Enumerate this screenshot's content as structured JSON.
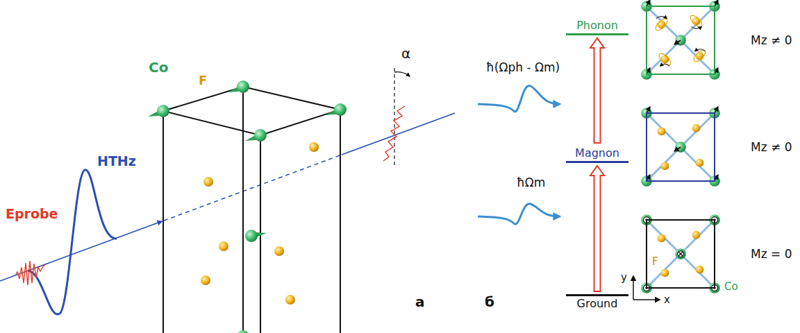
{
  "diagram": {
    "nodes": [
      {
        "text": [
          "Phonon"
        ]
      },
      {
        "text": [
          "Magnon"
        ]
      },
      {
        "text": [
          "Ground"
        ]
      },
      {
        "text": [
          "Mz ≠ 0"
        ]
      },
      {
        "text": [
          "Mz ≠ 0"
        ]
      },
      {
        "text": [
          "F",
          "Co",
          "Mz = 0"
        ]
      }
    ],
    "edges": [
      {
        "from": 2,
        "to": 1,
        "arrow": "to"
      },
      {
        "from": 1,
        "to": 0,
        "arrow": "to"
      }
    ],
    "labels": [
      "Co",
      "F",
      "Eprobe",
      "HTHz",
      "α",
      "а",
      "б",
      "ħ(Ωph - Ωm)",
      "ħΩm",
      "y",
      "x"
    ]
  }
}
